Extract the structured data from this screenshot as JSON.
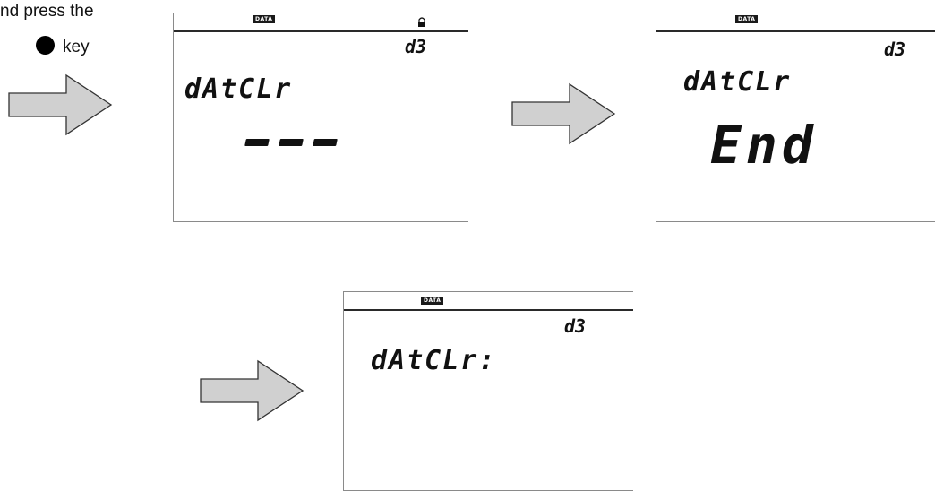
{
  "instruction": {
    "line1": "nd press the",
    "line2": "key",
    "key_icon": "filled-circle-icon"
  },
  "screens": [
    {
      "step": 1,
      "tag": "DATA",
      "code": "d3",
      "label": "dAtCLr",
      "value": "---",
      "lock_icon": true
    },
    {
      "step": 2,
      "tag": "DATA",
      "code": "d3",
      "label": "dAtCLr",
      "value": "End",
      "lock_icon": false
    },
    {
      "step": 3,
      "tag": "DATA",
      "code": "d3",
      "label": "dAtCLr:",
      "value": "",
      "lock_icon": false
    }
  ],
  "arrow_color": "#d0d0d0",
  "arrow_stroke": "#333333"
}
